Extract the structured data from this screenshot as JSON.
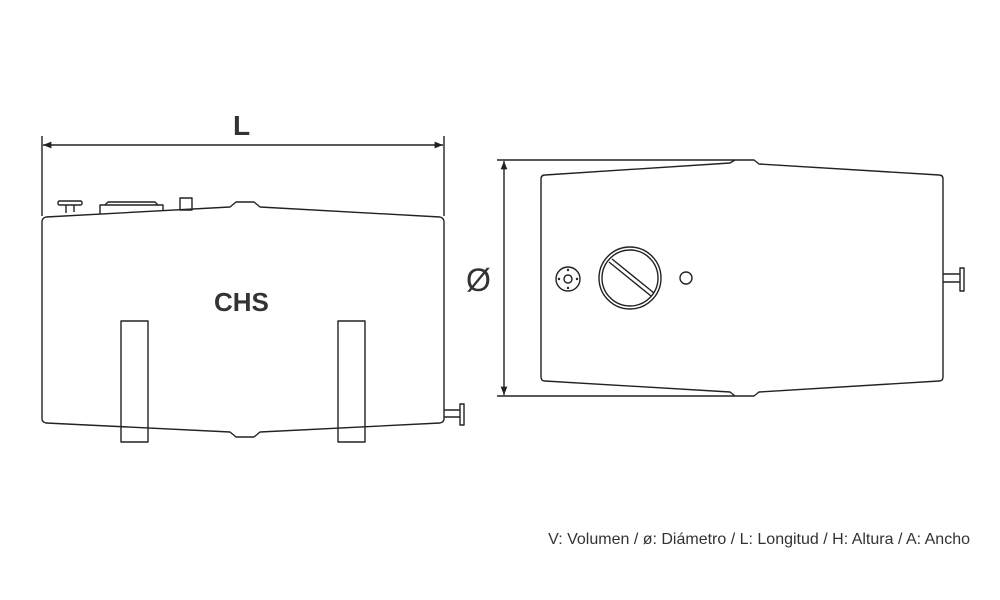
{
  "side_view": {
    "dimension_label": "L",
    "tank_label": "CHS"
  },
  "end_view": {
    "dimension_label": "Ø"
  },
  "legend": "V: Volumen / ø: Diámetro / L: Longitud / H: Altura / A: Ancho",
  "colors": {
    "line": "#222222",
    "text": "#333333",
    "background": "#ffffff"
  }
}
